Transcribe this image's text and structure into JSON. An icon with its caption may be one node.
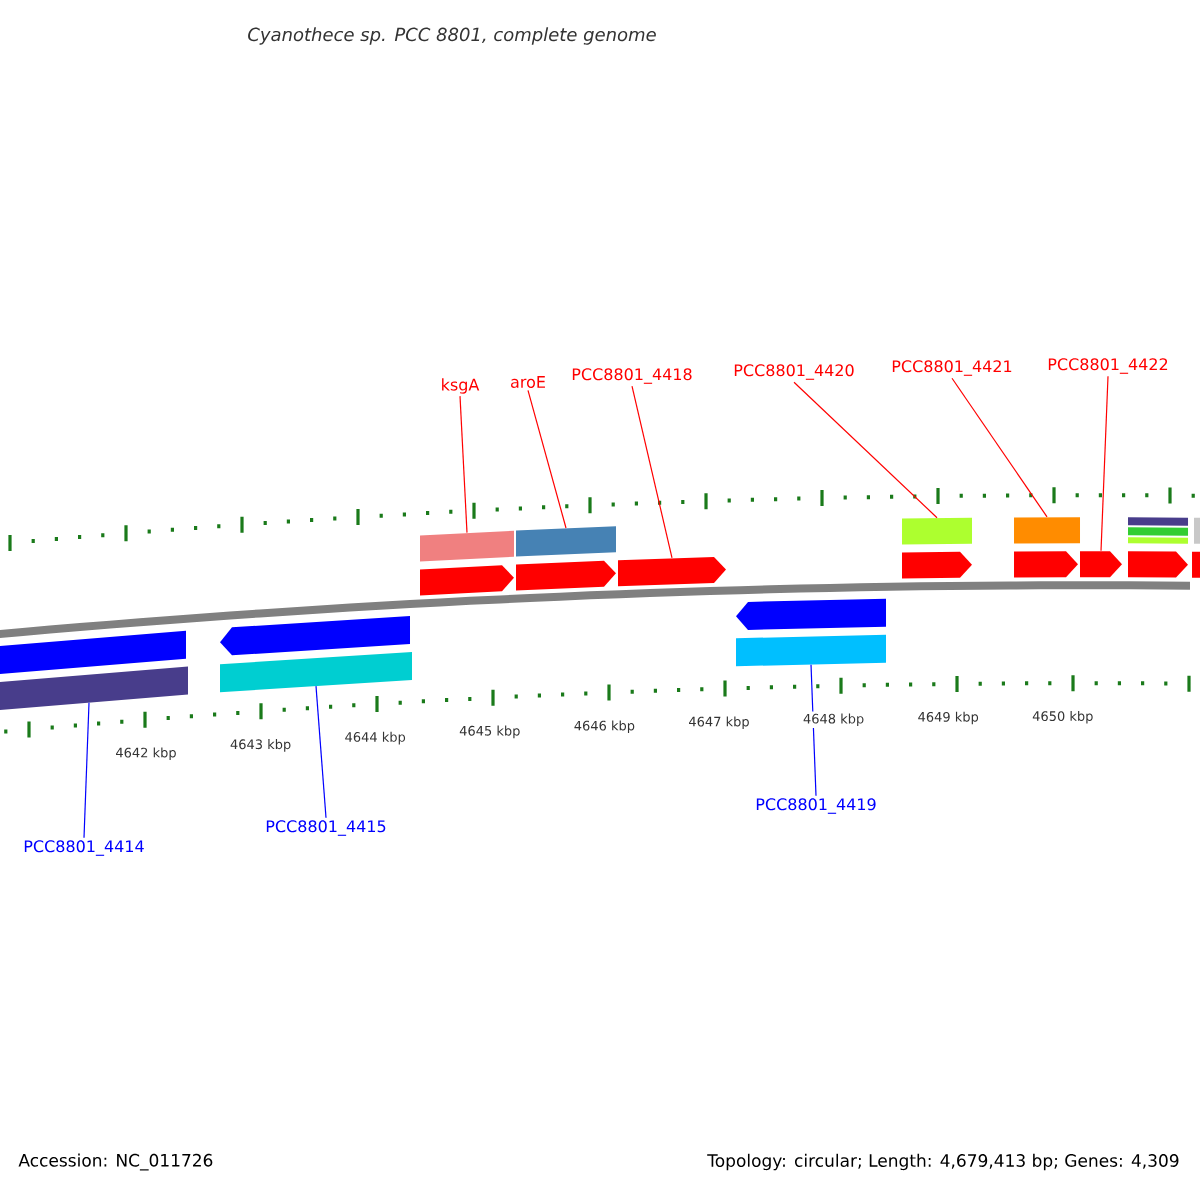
{
  "diagram": {
    "title": "Cyanothece sp. PCC 8801, complete genome",
    "nodes": [
      {
        "text": [
          "ksgA"
        ]
      },
      {
        "text": [
          "aroE"
        ]
      },
      {
        "text": [
          "PCC8801_4418"
        ]
      },
      {
        "text": [
          "PCC8801_4420"
        ]
      },
      {
        "text": [
          "PCC8801_4421"
        ]
      },
      {
        "text": [
          "PCC8801_4422"
        ]
      },
      {
        "text": [
          "PCC8801_4414"
        ]
      },
      {
        "text": [
          "PCC8801_4415"
        ]
      },
      {
        "text": [
          "PCC8801_4419"
        ]
      },
      {
        "text": [],
        "shape": "bar"
      },
      {
        "text": [],
        "shape": "bar"
      },
      {
        "text": [],
        "shape": "arrow"
      },
      {
        "text": [],
        "shape": "arrow"
      },
      {
        "text": [],
        "shape": "arrow"
      },
      {
        "text": [],
        "shape": "bar"
      },
      {
        "text": [],
        "shape": "arrow"
      },
      {
        "text": [],
        "shape": "bar"
      },
      {
        "text": [],
        "shape": "arrow"
      },
      {
        "text": [],
        "shape": "arrow"
      },
      {
        "text": [],
        "shape": "bar"
      },
      {
        "text": [],
        "shape": "bar"
      },
      {
        "text": [],
        "shape": "bar"
      },
      {
        "text": [],
        "shape": "arrow"
      },
      {
        "text": [],
        "shape": "bar"
      },
      {
        "text": [],
        "shape": "bar"
      },
      {
        "text": [],
        "shape": "bar"
      },
      {
        "text": [],
        "shape": "bar"
      },
      {
        "text": [],
        "shape": "arrow"
      },
      {
        "text": [],
        "shape": "bar"
      },
      {
        "text": [],
        "shape": "arrow"
      },
      {
        "text": [],
        "shape": "bar"
      }
    ],
    "edges": [
      {
        "from": 0,
        "to": 9,
        "arrow": "none"
      },
      {
        "from": 1,
        "to": 10,
        "arrow": "none"
      },
      {
        "from": 2,
        "to": 13,
        "arrow": "none"
      },
      {
        "from": 3,
        "to": 14,
        "arrow": "none"
      },
      {
        "from": 4,
        "to": 16,
        "arrow": "none"
      },
      {
        "from": 5,
        "to": 18,
        "arrow": "none"
      },
      {
        "from": 6,
        "to": 26,
        "arrow": "none",
        "color": "#0000ff"
      },
      {
        "from": 7,
        "to": 28,
        "arrow": "none",
        "color": "#0000ff"
      },
      {
        "from": 8,
        "to": 30,
        "arrow": "none",
        "color": "#0000ff"
      }
    ],
    "labels": [
      "4642 kbp",
      "4643 kbp",
      "4644 kbp",
      "4645 kbp",
      "4646 kbp",
      "4647 kbp",
      "4648 kbp",
      "4649 kbp",
      "4650 kbp",
      "Accession: NC_011726",
      "Topology: circular; Length: 4,679,413 bp; Genes: 4,309"
    ]
  }
}
